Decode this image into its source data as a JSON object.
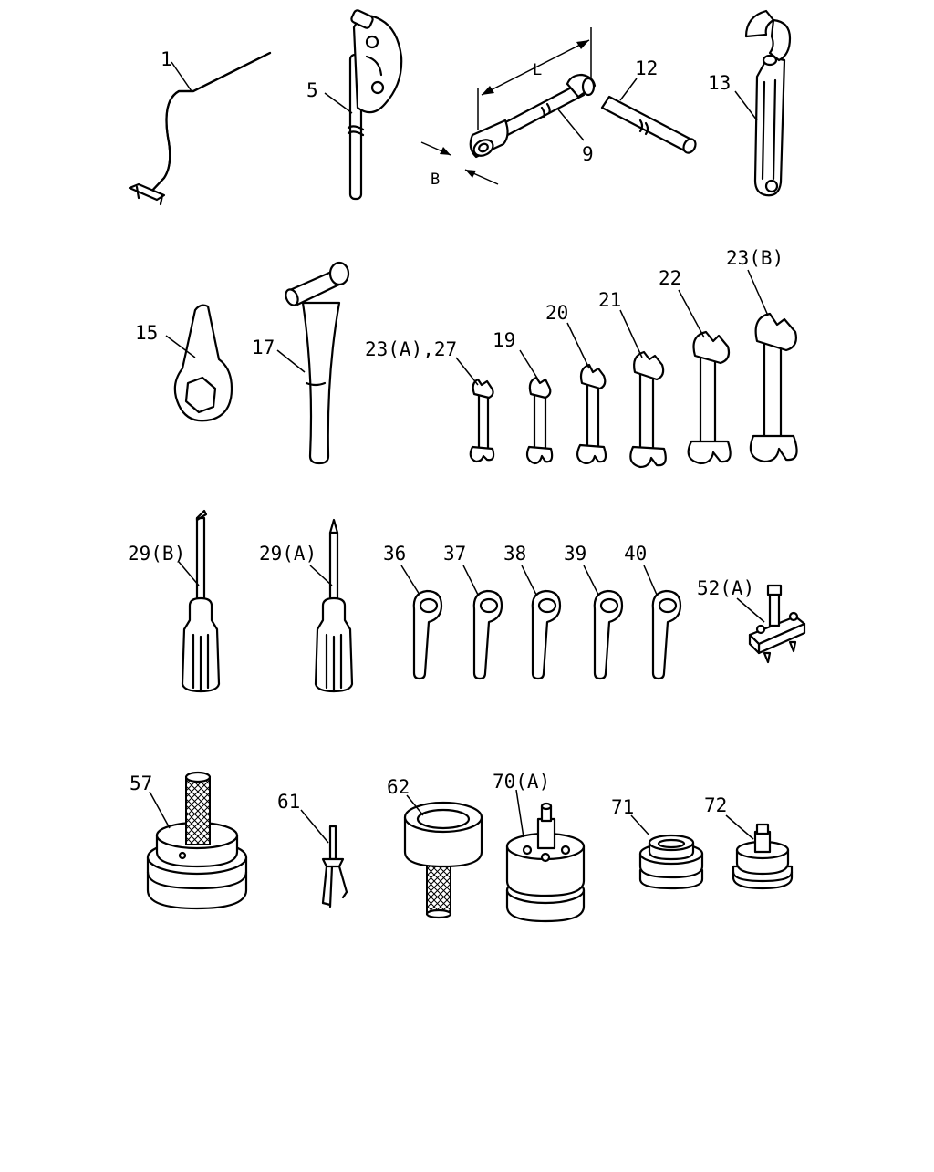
{
  "labels": {
    "p1": "1",
    "p5": "5",
    "p9": "9",
    "p12": "12",
    "p13": "13",
    "p15": "15",
    "p17": "17",
    "p23a27": "23(A),27",
    "p19": "19",
    "p20": "20",
    "p21": "21",
    "p22": "22",
    "p23b": "23(B)",
    "p29b": "29(B)",
    "p29a": "29(A)",
    "p36": "36",
    "p37": "37",
    "p38": "38",
    "p39": "39",
    "p40": "40",
    "p52a": "52(A)",
    "p57": "57",
    "p61": "61",
    "p62": "62",
    "p70a": "70(A)",
    "p71": "71",
    "p72": "72"
  },
  "dimensions": {
    "length": "L",
    "bore": "B"
  }
}
